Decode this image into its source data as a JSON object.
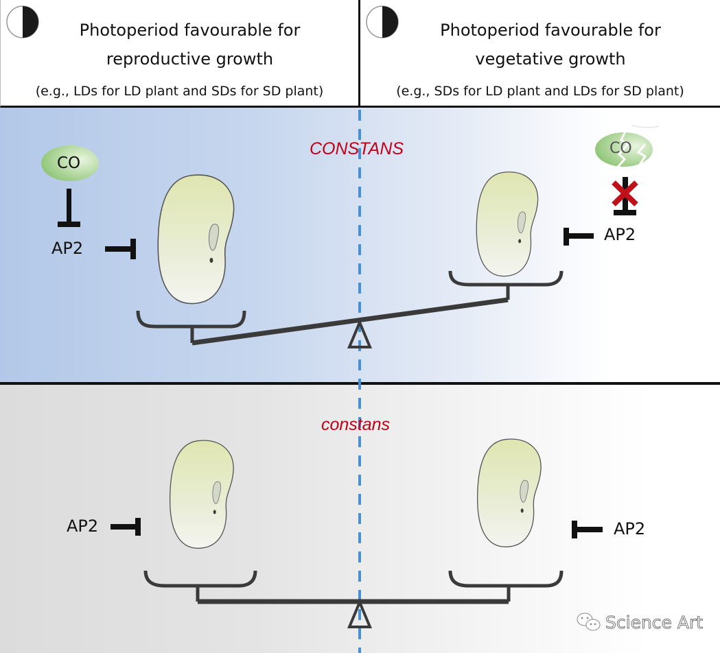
{
  "header": {
    "left": {
      "title_line1": "Photoperiod favourable for",
      "title_line2": "reproductive growth",
      "example": "(e.g., LDs for LD plant and SDs for SD plant)",
      "icon": "half-moon-icon"
    },
    "right": {
      "title_line1": "Photoperiod favourable for",
      "title_line2": "vegetative growth",
      "example": "(e.g., SDs for LD plant and LDs for SD plant)",
      "icon": "half-moon-icon"
    }
  },
  "top_panel": {
    "gene_label": "CONSTANS",
    "left": {
      "protein": "CO",
      "regulator": "AP2"
    },
    "right": {
      "protein": "CO",
      "regulator": "AP2",
      "blocked_marker": "red-x-icon"
    }
  },
  "bottom_panel": {
    "gene_label": "constans",
    "left": {
      "regulator": "AP2"
    },
    "right": {
      "regulator": "AP2"
    }
  },
  "colors": {
    "gene_label": "#c00018",
    "divider_dashes": "#4a90d0",
    "balance": "#3a3a3a",
    "protein_fill": "#9ccc80",
    "block_x": "#c0101a"
  },
  "watermark": {
    "text": "Science Art",
    "icon": "wechat-icon"
  }
}
